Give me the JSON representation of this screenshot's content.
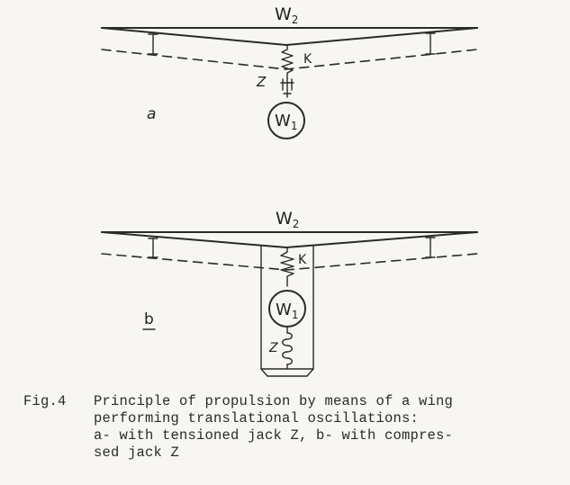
{
  "diagram": {
    "a": {
      "wing_label": "W",
      "wing_subscript": "2",
      "spring_label": "K",
      "jack_label": "Z",
      "body_label": "W",
      "body_subscript": "1",
      "panel_label": "a"
    },
    "b": {
      "wing_label": "W",
      "wing_subscript": "2",
      "spring_label": "K",
      "jack_label": "Z",
      "body_label": "W",
      "body_subscript": "1",
      "panel_label": "b"
    }
  },
  "caption": {
    "label": "Fig.4",
    "text": "Principle of propulsion by means of a wing\nperforming  translational oscillations:\na- with tensioned jack Z, b- with compres-\nsed jack Z"
  }
}
